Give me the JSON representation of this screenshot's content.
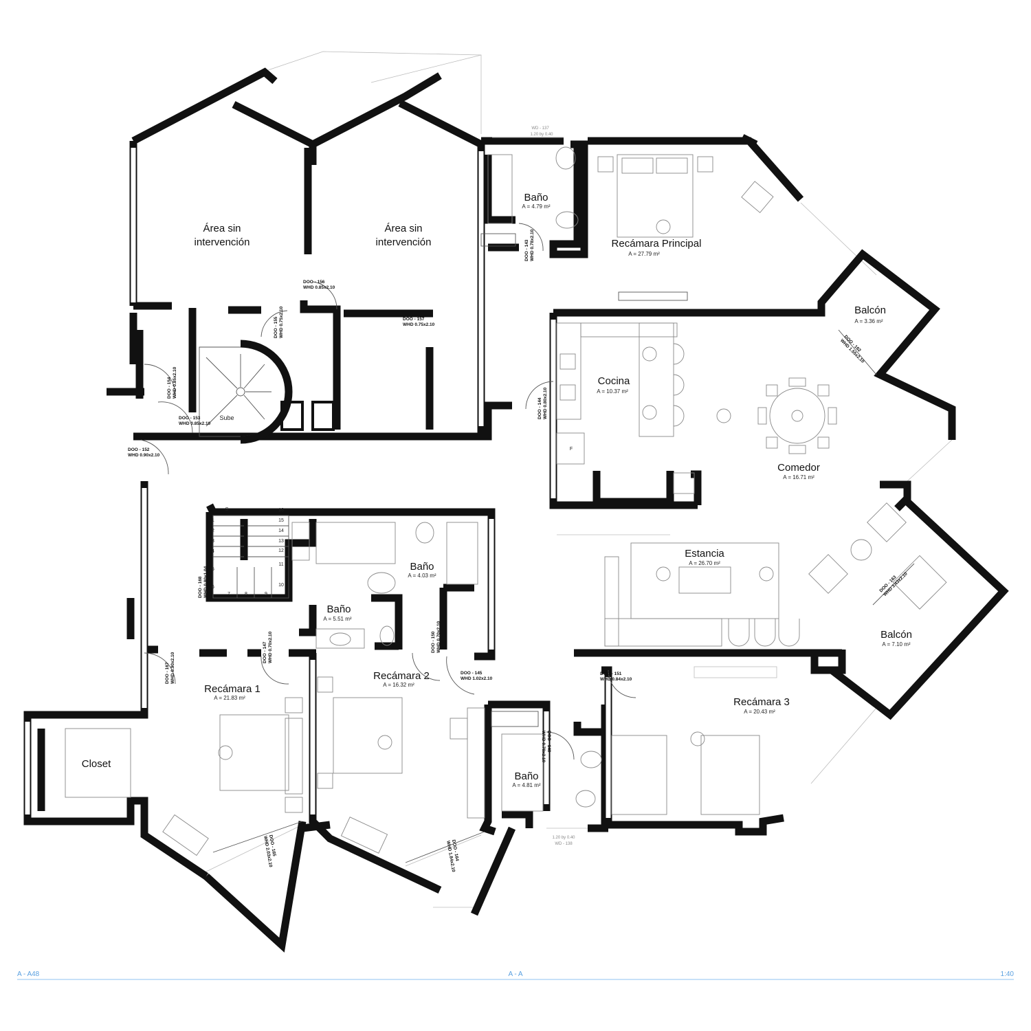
{
  "rooms": [
    {
      "name": "Área sin\nintervención",
      "area": ""
    },
    {
      "name": "Área sin\nintervención",
      "area": ""
    },
    {
      "name": "Baño",
      "area": "A = 4.79 m²"
    },
    {
      "name": "Recámara Principal",
      "area": "A = 27.79 m²"
    },
    {
      "name": "Balcón",
      "area": "A = 3.36 m²"
    },
    {
      "name": "Cocina",
      "area": "A = 10.37 m²"
    },
    {
      "name": "Comedor",
      "area": "A = 16.71 m²"
    },
    {
      "name": "Estancia",
      "area": "A = 26.70 m²"
    },
    {
      "name": "Balcón",
      "area": "A = 7.10 m²"
    },
    {
      "name": "Baño",
      "area": "A = 4.03 m²"
    },
    {
      "name": "Baño",
      "area": "A = 5.51 m²"
    },
    {
      "name": "Recámara 2",
      "area": "A = 16.32 m²"
    },
    {
      "name": "Recámara 1",
      "area": "A = 21.83 m²"
    },
    {
      "name": "Recámara 3",
      "area": "A = 20.43 m²"
    },
    {
      "name": "Baño",
      "area": "A = 4.81 m²"
    },
    {
      "name": "Closet",
      "area": ""
    }
  ],
  "doors": [
    {
      "id": "DOO - 156",
      "whd": "WHD  0.85x2.10"
    },
    {
      "id": "DOO - 155",
      "whd": "WHD  0.75x2.10"
    },
    {
      "id": "DOO - 157",
      "whd": "WHD  0.75x2.10"
    },
    {
      "id": "DOO - 154",
      "whd": "WHD  0.85x2.10"
    },
    {
      "id": "DOO - 153",
      "whd": "WHD  0.85x2.10"
    },
    {
      "id": "DOO - 152",
      "whd": "WHD  0.90x2.10"
    },
    {
      "id": "DOO - 143",
      "whd": "WHD  0.78x2.10"
    },
    {
      "id": "DOO - 144",
      "whd": "WHD  0.80x2.10"
    },
    {
      "id": "DOO - 162",
      "whd": "WHD  1.55x2.10"
    },
    {
      "id": "DOO - 163",
      "whd": "WHD  3.43x2.10"
    },
    {
      "id": "DOO - 168",
      "whd": "WHD  0.80x1.04"
    },
    {
      "id": "DOO - 147",
      "whd": "WHD  0.70x2.10"
    },
    {
      "id": "DOO - 150",
      "whd": "WHD  0.70x2.10"
    },
    {
      "id": "DOO - 145",
      "whd": "WHD  1.02x2.10"
    },
    {
      "id": "DOO - 151",
      "whd": "WHD  0.84x2.10"
    },
    {
      "id": "DOO - 167",
      "whd": "WHD  0.90x2.10"
    },
    {
      "id": "DOO - 148",
      "whd": "WHD  0.78x2.10"
    },
    {
      "id": "DOO - 165",
      "whd": "WHD  2.03x2.10"
    },
    {
      "id": "DOO - 164",
      "whd": "WHD  1.84x2.10"
    }
  ],
  "windows": [
    {
      "id": "WD - 137",
      "size": "1.20 by 0.40"
    },
    {
      "id": "WD - 138",
      "size": "1.20 by 0.40"
    }
  ],
  "stair": {
    "label": "Sube",
    "marker": "S",
    "steps": [
      "1",
      "2",
      "3",
      "4",
      "5",
      "6",
      "7",
      "8",
      "9",
      "10",
      "11",
      "12",
      "13",
      "14",
      "15",
      "16"
    ]
  },
  "fridge": "F",
  "footer": {
    "left": "A - A48",
    "center": "A - A",
    "right": "1:40"
  }
}
